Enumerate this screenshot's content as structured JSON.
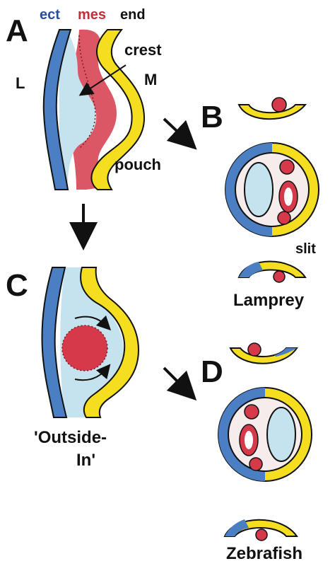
{
  "colors": {
    "ectoderm": "#4a7fc4",
    "mesoderm": "#d63a4a",
    "endoderm": "#f4de1f",
    "crest": "#c5e3ef",
    "outline": "#111111"
  },
  "panels": {
    "A": {
      "letter": "A",
      "ect": "ect",
      "mes": "mes",
      "end": "end",
      "crest": "crest",
      "lateral": "L",
      "medial": "M",
      "pouch": "pouch"
    },
    "B": {
      "letter": "B",
      "slit": "slit",
      "caption": "Lamprey"
    },
    "C": {
      "letter": "C",
      "caption_line1": "'Outside-",
      "caption_line2": "In'"
    },
    "D": {
      "letter": "D",
      "caption": "Zebrafish"
    }
  },
  "icons": [
    "arrow-down-right-icon",
    "arrow-down-icon"
  ]
}
